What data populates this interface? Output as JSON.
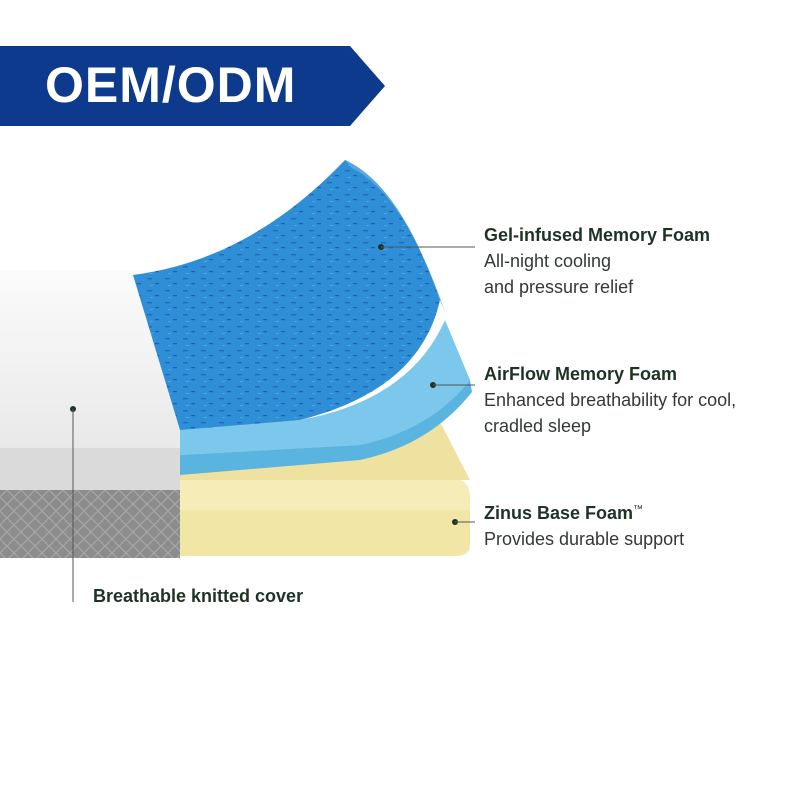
{
  "banner": {
    "text": "OEM/ODM",
    "color": "#0d3a8c"
  },
  "layers": [
    {
      "title": "Gel-infused Memory Foam",
      "desc_lines": [
        "All-night cooling",
        "and pressure relief"
      ],
      "color": "#2f8fd6"
    },
    {
      "title": "AirFlow Memory Foam",
      "desc_lines": [
        "Enhanced breathability for cool,",
        "cradled sleep"
      ],
      "color": "#7cc8ec"
    },
    {
      "title": "Zinus Base Foam",
      "trademark": "™",
      "desc_lines": [
        "Provides durable support"
      ],
      "color": "#f2e6a6"
    }
  ],
  "cover": {
    "title": "Breathable knitted cover"
  },
  "colors": {
    "text_dark": "#1f3323",
    "leader": "#555555"
  }
}
